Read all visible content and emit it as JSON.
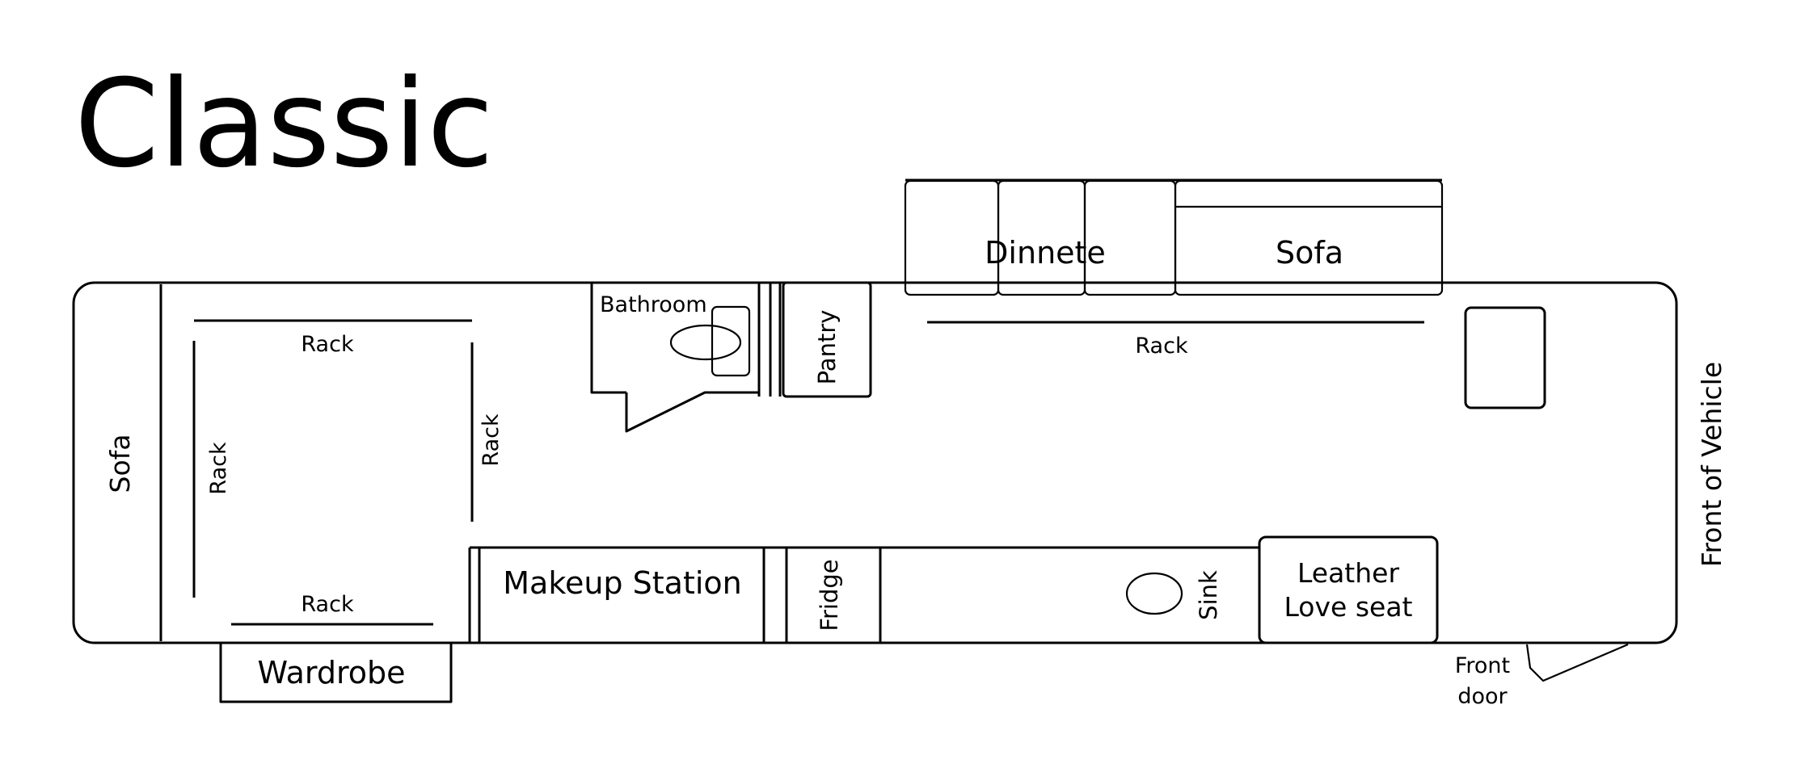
{
  "title": "Classic",
  "labels": {
    "sofa_rear": "Sofa",
    "rack_top_left": "Rack",
    "rack_left": "Rack",
    "rack_mid": "Rack",
    "rack_bottom_left": "Rack",
    "wardrobe": "Wardrobe",
    "bathroom": "Bathroom",
    "pantry": "Pantry",
    "dinnete": "Dinnete",
    "sofa_front": "Sofa",
    "rack_right": "Rack",
    "makeup_station": "Makeup Station",
    "fridge": "Fridge",
    "sink": "Sink",
    "leather_line1": "Leather",
    "leather_line2": "Love seat",
    "front_door_line1": "Front",
    "front_door_line2": "door",
    "front_of_vehicle": "Front of Vehicle"
  }
}
